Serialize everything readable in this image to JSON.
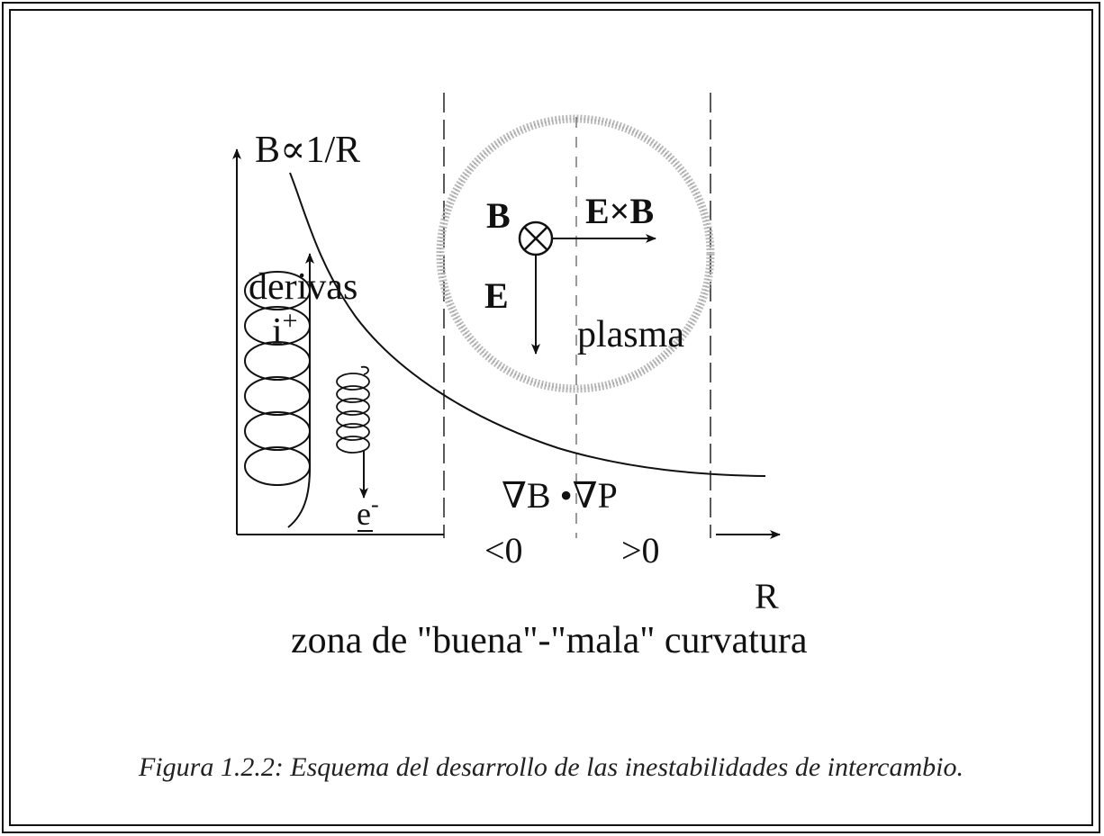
{
  "labels": {
    "b_axis": "B∝1/R",
    "drifts": "derivas",
    "ion": "i",
    "ion_sup": "+",
    "electron": "e",
    "electron_sup": "-",
    "field_b": "B",
    "field_e": "E",
    "exb_e": "E×",
    "exb_b": "B",
    "plasma": "plasma",
    "gradient": "∇B •∇P",
    "less_zero": "<0",
    "greater_zero": ">0",
    "r_axis": "R",
    "zone": "zona de \"buena\"-\"mala\" curvatura"
  },
  "caption": "Figura 1.2.2: Esquema del desarrollo de las inestabilidades de intercambio."
}
